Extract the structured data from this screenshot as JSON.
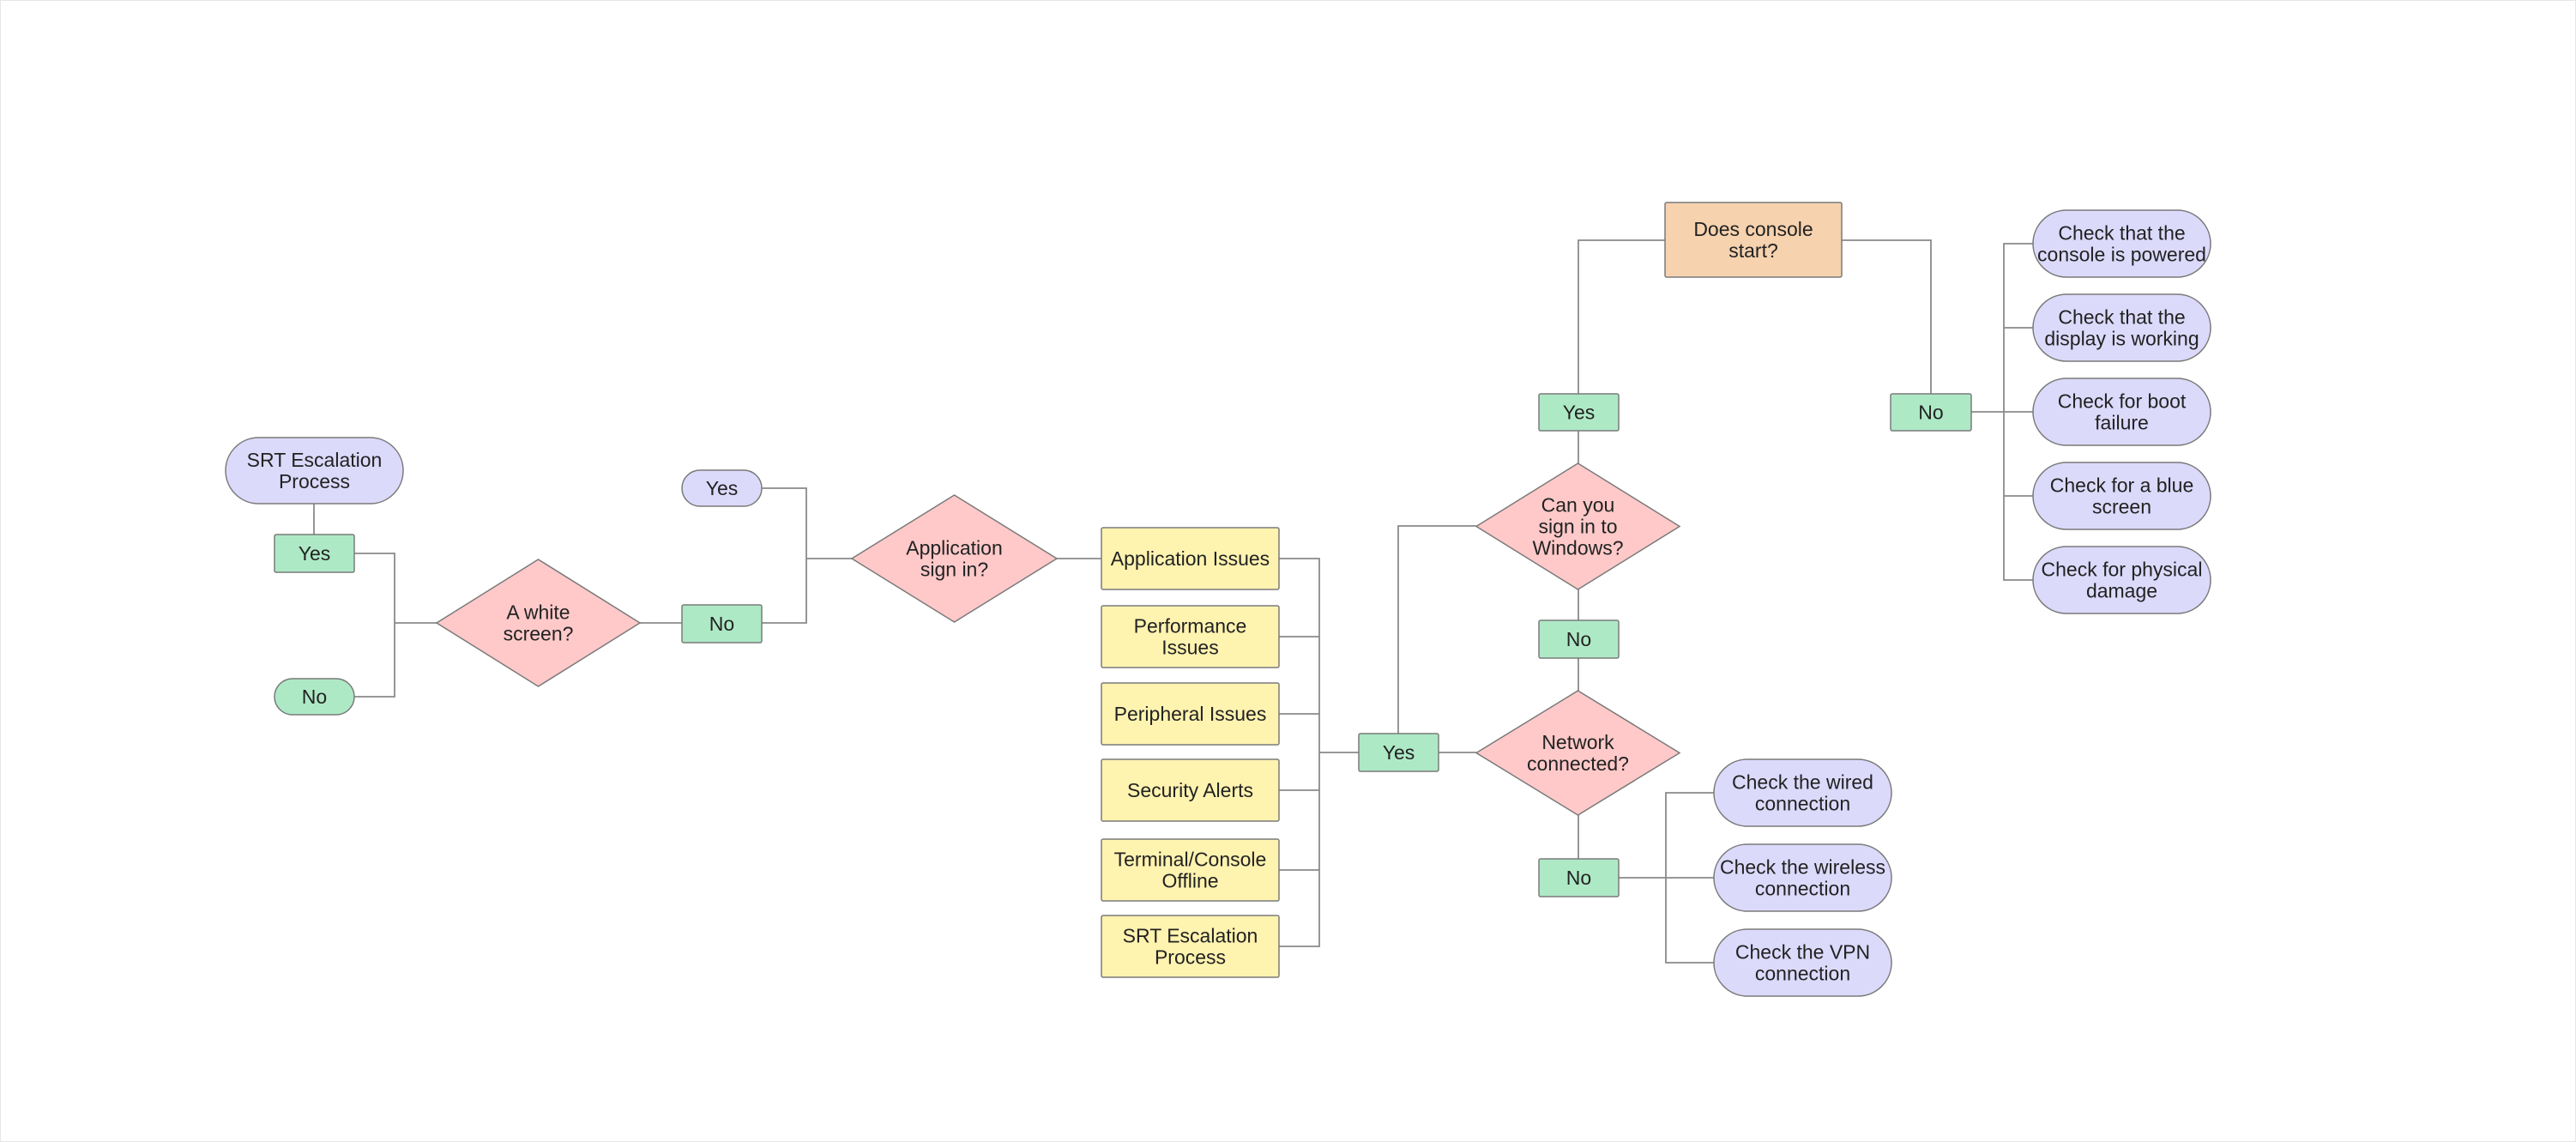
{
  "colors": {
    "terminal_lavender": "#dcdafb",
    "terminal_green": "#aee9c6",
    "yes_no_green": "#aee9c6",
    "decision_pink": "#ffc9c9",
    "category_yellow": "#fff3b0",
    "console_orange": "#f6d2af",
    "connector": "#8a8a8a"
  },
  "nodes": {
    "start": {
      "lines": [
        "SRT Escalation",
        "Process"
      ]
    },
    "start_yes": {
      "lines": [
        "Yes"
      ]
    },
    "start_no": {
      "lines": [
        "No"
      ]
    },
    "white_screen": {
      "lines": [
        "A white",
        "screen?"
      ]
    },
    "white_no": {
      "lines": [
        "No"
      ]
    },
    "app_yes": {
      "lines": [
        "Yes"
      ]
    },
    "app_signin": {
      "lines": [
        "Application",
        "sign in?"
      ]
    },
    "cat_application": {
      "lines": [
        "Application Issues"
      ]
    },
    "cat_performance": {
      "lines": [
        "Performance",
        "Issues"
      ]
    },
    "cat_peripheral": {
      "lines": [
        "Peripheral Issues"
      ]
    },
    "cat_security": {
      "lines": [
        "Security Alerts"
      ]
    },
    "cat_terminal": {
      "lines": [
        "Terminal/Console",
        "Offline"
      ]
    },
    "cat_srt": {
      "lines": [
        "SRT Escalation",
        "Process"
      ]
    },
    "cat_yes": {
      "lines": [
        "Yes"
      ]
    },
    "win_signin": {
      "lines": [
        "Can you",
        "sign in to",
        "Windows?"
      ]
    },
    "win_no": {
      "lines": [
        "No"
      ]
    },
    "network": {
      "lines": [
        "Network",
        "connected?"
      ]
    },
    "net_no": {
      "lines": [
        "No"
      ]
    },
    "chk_wired": {
      "lines": [
        "Check the wired",
        "connection"
      ]
    },
    "chk_wireless": {
      "lines": [
        "Check the wireless",
        "connection"
      ]
    },
    "chk_vpn": {
      "lines": [
        "Check the VPN",
        "connection"
      ]
    },
    "console_yes": {
      "lines": [
        "Yes"
      ]
    },
    "console_start": {
      "lines": [
        "Does console",
        "start?"
      ]
    },
    "console_no": {
      "lines": [
        "No"
      ]
    },
    "chk_powered": {
      "lines": [
        "Check that the",
        "console is powered"
      ]
    },
    "chk_display": {
      "lines": [
        "Check that the",
        "display is working"
      ]
    },
    "chk_boot": {
      "lines": [
        "Check for boot",
        "failure"
      ]
    },
    "chk_bluescreen": {
      "lines": [
        "Check for a blue",
        "screen"
      ]
    },
    "chk_physical": {
      "lines": [
        "Check for physical",
        "damage"
      ]
    }
  }
}
